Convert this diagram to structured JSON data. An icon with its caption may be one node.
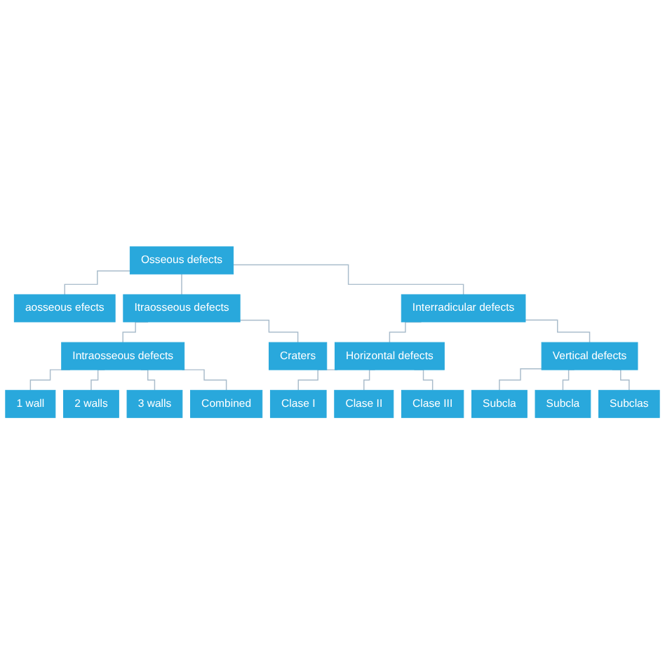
{
  "diagram": {
    "nodes": [
      {
        "text": [
          "Osseous defects"
        ]
      },
      {
        "text": [
          "aosseous efects"
        ]
      },
      {
        "text": [
          "Itraosseous defects"
        ]
      },
      {
        "text": [
          "Interradicular defects"
        ]
      },
      {
        "text": [
          "Intraosseous defects"
        ]
      },
      {
        "text": [
          "Craters"
        ]
      },
      {
        "text": [
          "Horizontal defects"
        ]
      },
      {
        "text": [
          "Vertical defects"
        ]
      },
      {
        "text": [
          "1 wall"
        ]
      },
      {
        "text": [
          "2 walls"
        ]
      },
      {
        "text": [
          "3 walls"
        ]
      },
      {
        "text": [
          "Combined"
        ]
      },
      {
        "text": [
          "Clase I"
        ]
      },
      {
        "text": [
          "Clase II"
        ]
      },
      {
        "text": [
          "Clase III"
        ]
      },
      {
        "text": [
          "Subcla"
        ]
      },
      {
        "text": [
          "Subcla"
        ]
      },
      {
        "text": [
          "Subclas"
        ]
      }
    ],
    "edges": [
      {
        "from": 0,
        "to": 1,
        "arrow": "none"
      },
      {
        "from": 0,
        "to": 2,
        "arrow": "none"
      },
      {
        "from": 0,
        "to": 3,
        "arrow": "none"
      },
      {
        "from": 2,
        "to": 4,
        "arrow": "none"
      },
      {
        "from": 2,
        "to": 5,
        "arrow": "none"
      },
      {
        "from": 3,
        "to": 6,
        "arrow": "none"
      },
      {
        "from": 3,
        "to": 7,
        "arrow": "none"
      },
      {
        "from": 4,
        "to": 8,
        "arrow": "none"
      },
      {
        "from": 4,
        "to": 9,
        "arrow": "none"
      },
      {
        "from": 4,
        "to": 10,
        "arrow": "none"
      },
      {
        "from": 4,
        "to": 11,
        "arrow": "none"
      },
      {
        "from": 6,
        "to": 12,
        "arrow": "none"
      },
      {
        "from": 6,
        "to": 13,
        "arrow": "none"
      },
      {
        "from": 6,
        "to": 14,
        "arrow": "none"
      },
      {
        "from": 7,
        "to": 15,
        "arrow": "none"
      },
      {
        "from": 7,
        "to": 16,
        "arrow": "none"
      },
      {
        "from": 7,
        "to": 17,
        "arrow": "none"
      }
    ]
  }
}
